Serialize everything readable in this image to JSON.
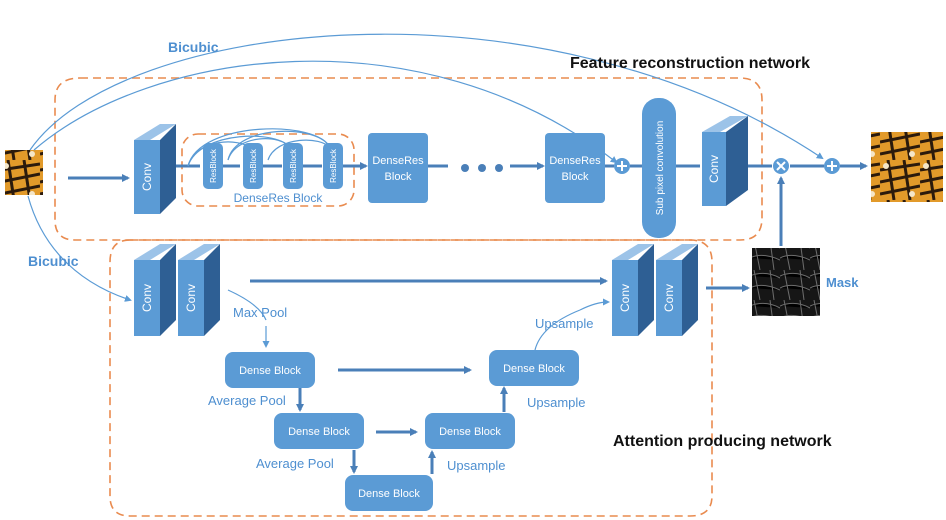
{
  "labels": {
    "bicubic_top": "Bicubic",
    "bicubic_left": "Bicubic",
    "feature_network": "Feature reconstruction network",
    "attention_network": "Attention producing network",
    "mask": "Mask",
    "dense_res_block_group": "DenseRes Block"
  },
  "top": {
    "conv1": "Conv",
    "resblocks": [
      "ResBlock",
      "ResBlock",
      "ResBlock",
      "ResBlock"
    ],
    "denseres1": [
      "DenseRes",
      "Block"
    ],
    "denseres2": [
      "DenseRes",
      "Block"
    ],
    "subpixel": "Sub pixel convolution",
    "conv2": "Conv"
  },
  "bottom": {
    "conv_a": "Conv",
    "conv_b": "Conv",
    "conv_c": "Conv",
    "conv_d": "Conv",
    "max_pool": "Max Pool",
    "average_pool_1": "Average Pool",
    "average_pool_2": "Average Pool",
    "upsample_1": "Upsample",
    "upsample_2": "Upsample",
    "upsample_3": "Upsample",
    "dense_blocks": [
      "Dense Block",
      "Dense Block",
      "Dense Block",
      "Dense Block",
      "Dense Block"
    ]
  },
  "colors": {
    "block_fill": "#5b9bd5",
    "block_dark": "#2e5f94",
    "block_top": "#9cc3e8",
    "frame": "#e98b4f",
    "label_blue": "#4e8fd0"
  }
}
